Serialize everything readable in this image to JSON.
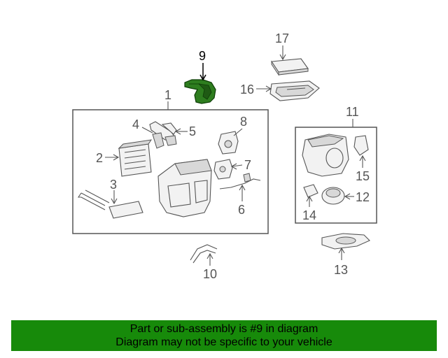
{
  "diagram": {
    "callouts": {
      "c1": "1",
      "c2": "2",
      "c3": "3",
      "c4": "4",
      "c5": "5",
      "c6": "6",
      "c7": "7",
      "c8": "8",
      "c9": "9",
      "c10": "10",
      "c11": "11",
      "c12": "12",
      "c13": "13",
      "c14": "14",
      "c15": "15",
      "c16": "16",
      "c17": "17"
    },
    "highlight_color": "#2e7d1f"
  },
  "banner": {
    "line1": "Part or sub-assembly is #9 in diagram",
    "line2": "Diagram may not be specific to your vehicle",
    "background": "#178a0a"
  }
}
